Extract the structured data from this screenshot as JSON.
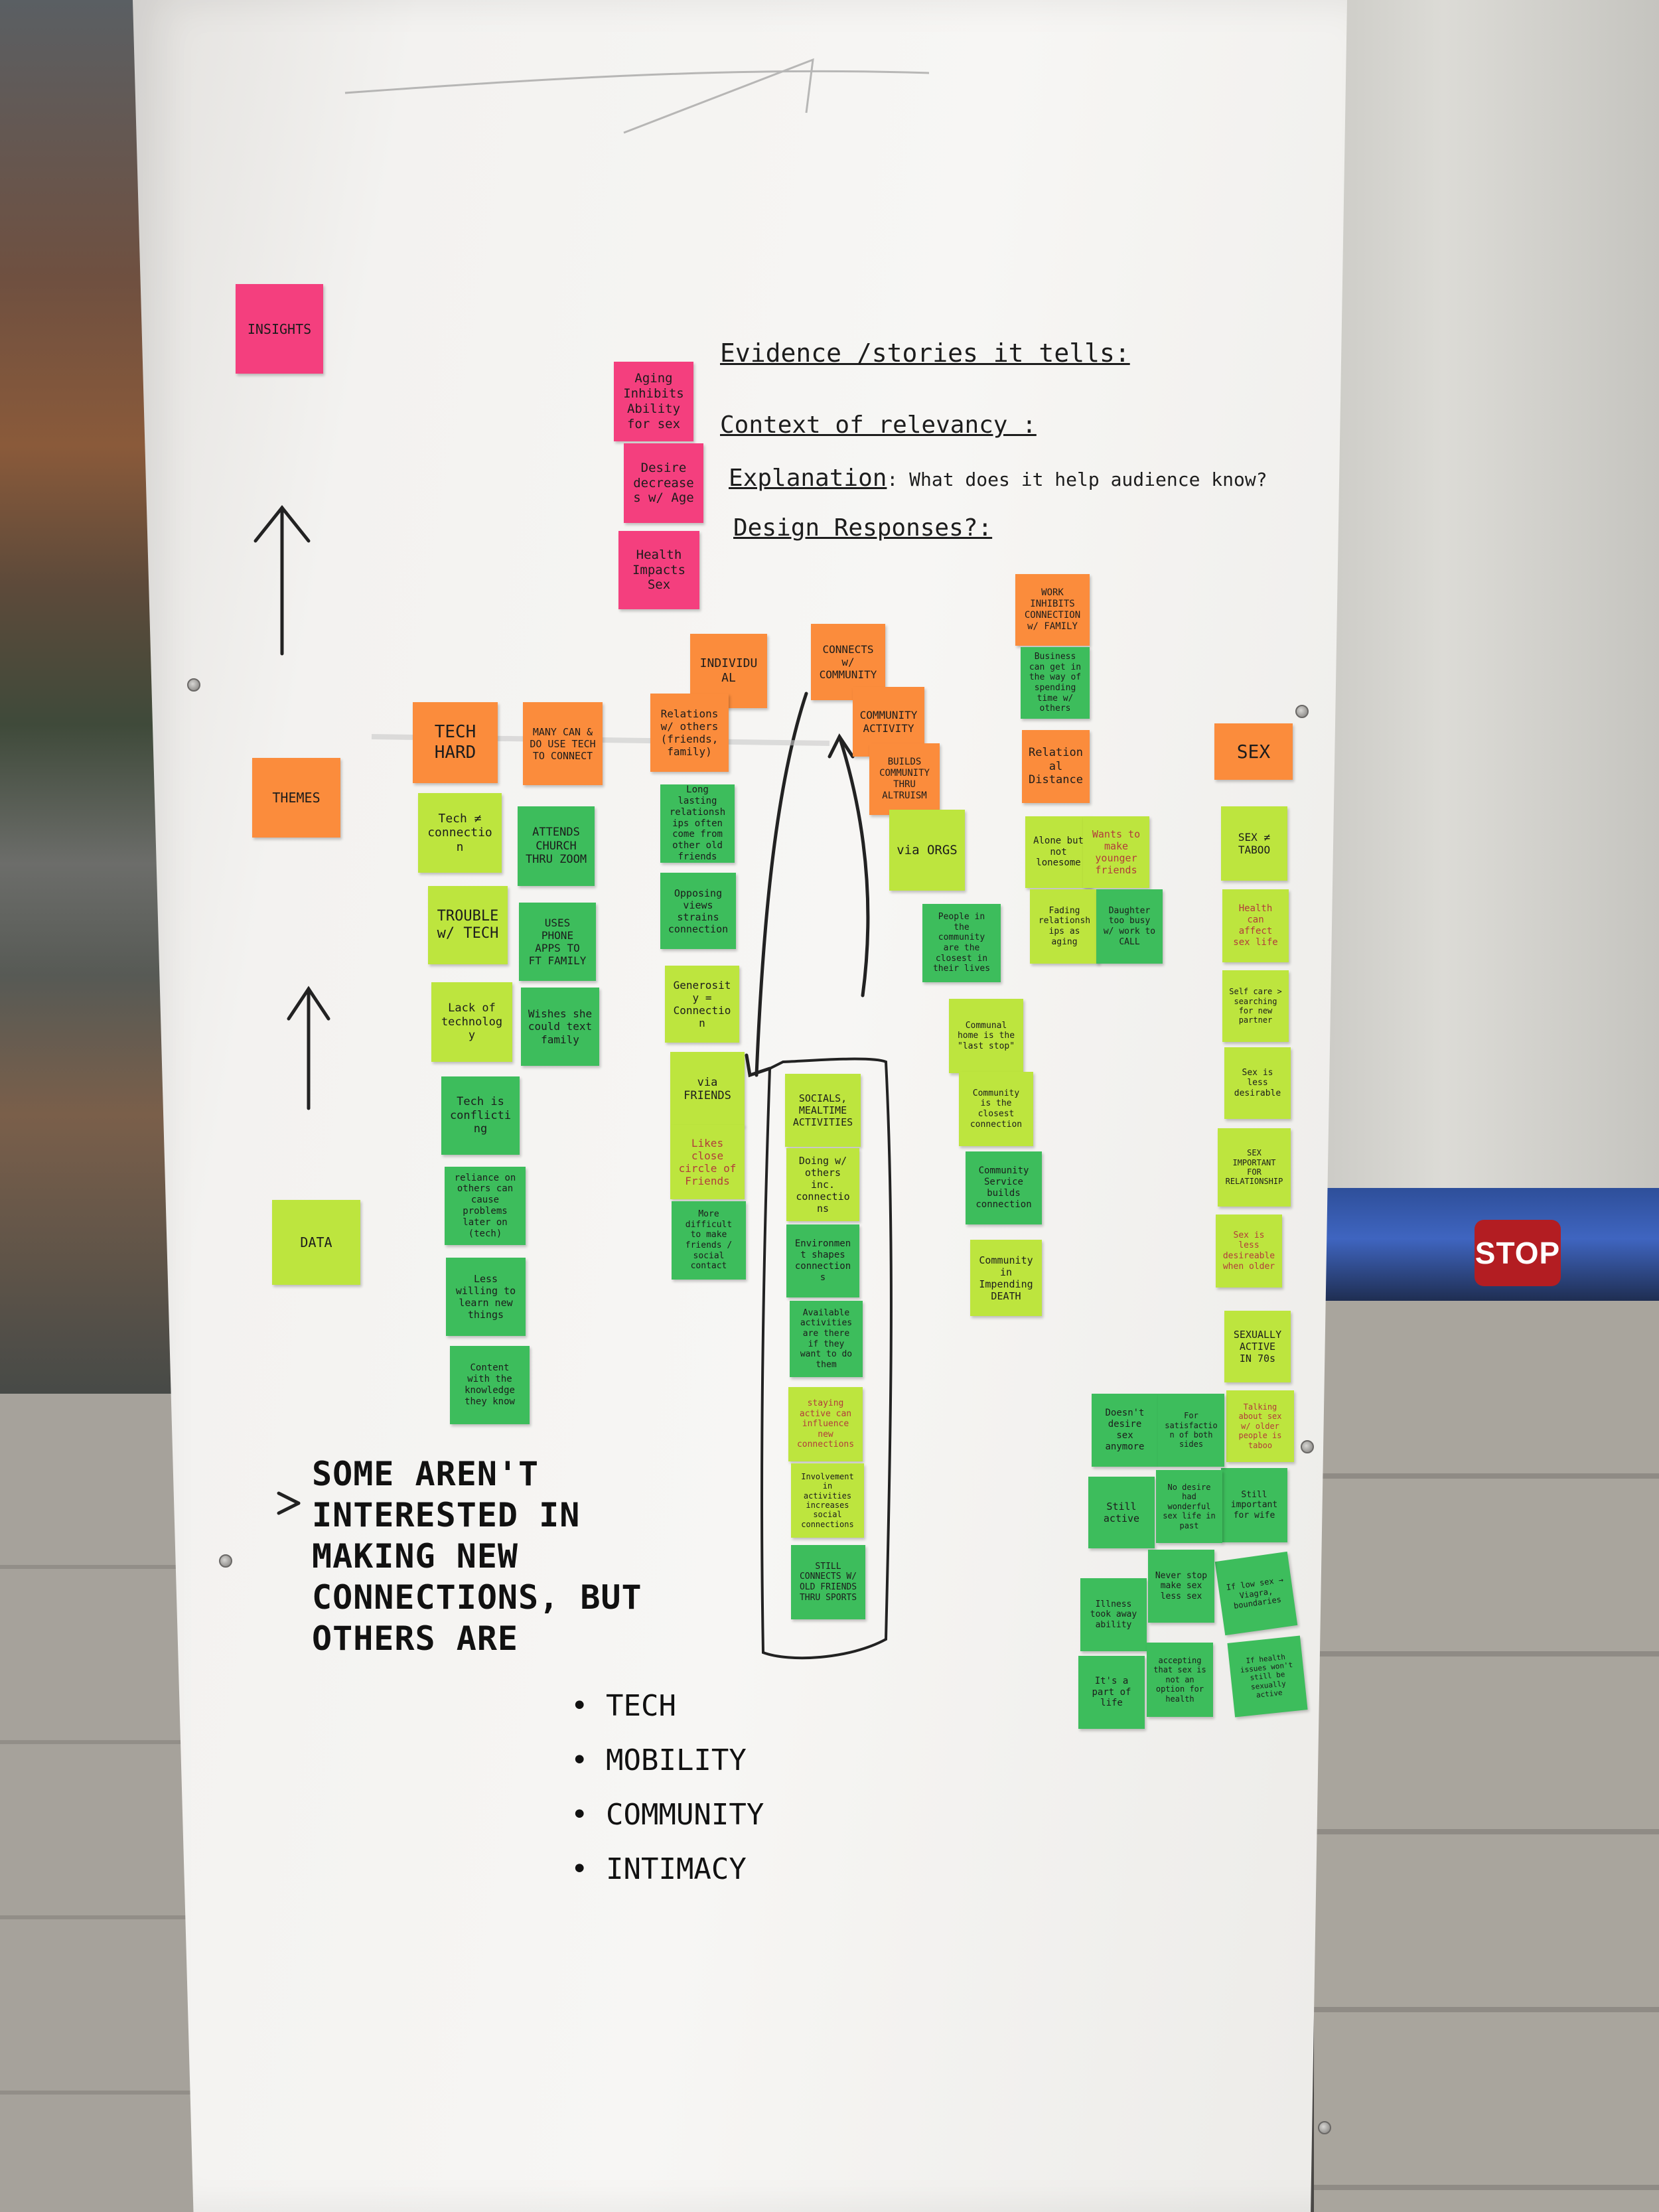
{
  "colors": {
    "lime": "#bde53e",
    "green": "#3dbd5c",
    "orange": "#fb8c3c",
    "pink": "#f43f7e",
    "stop_red": "#b31d22"
  },
  "stop_sign": "STOP",
  "header": {
    "evidence": "Evidence /stories it tells:",
    "context": "Context of relevancy :",
    "explanation_label": "Explanation",
    "explanation_rest": ": What does it help audience know?",
    "design": "Design Responses?:"
  },
  "row_labels": {
    "insights": "INSIGHTS",
    "themes": "THEMES",
    "data": "DATA"
  },
  "pink_notes": [
    "Aging Inhibits Ability for sex",
    "Desire decreases w/ Age",
    "Health Impacts Sex"
  ],
  "theme_notes": {
    "tech_hard": "TECH HARD",
    "many_can": "MANY CAN & DO USE TECH TO CONNECT",
    "individual": "INDIVIDUAL",
    "relations": "Relations w/ others (friends, family)",
    "connects_community": "CONNECTS w/ COMMUNITY",
    "community_activity": "COMMUNITY ACTIVITY",
    "builds_community": "BUILDS COMMUNITY THRU ALTRUISM",
    "work_inhibits": "WORK INHIBITS CONNECTION w/ FAMILY",
    "relational_distance": "Relational Distance",
    "sex": "SEX"
  },
  "data_notes": {
    "col1": [
      "Tech ≠ connection",
      "TROUBLE w/ TECH",
      "Lack of technology",
      "Tech is conflicting",
      "reliance on others can cause problems later on (tech)",
      "Less willing to learn new things",
      "Content with the knowledge they know"
    ],
    "col2": [
      "ATTENDS CHURCH THRU ZOOM",
      "USES PHONE APPS TO FT FAMILY",
      "Wishes she could text family"
    ],
    "col3": [
      "Long lasting relationships often come from other old friends",
      "Opposing views strains connection",
      "Generosity = Connection",
      "via FRIENDS",
      "Likes close circle of Friends",
      "More difficult to make friends / social contact"
    ],
    "col4": [
      "SOCIALS, MEALTIME ACTIVITIES",
      "Doing w/ others inc. connections",
      "Environment shapes connections",
      "Available activities are there if they want to do them",
      "staying active can influence new connections",
      "Involvement in activities increases social connections",
      "STILL CONNECTS W/ OLD FRIENDS THRU SPORTS"
    ],
    "col5": [
      "via ORGS",
      "People in the community are the closest in their lives",
      "Communal home is the \"last stop\"",
      "Community is the closest connection",
      "Community Service builds connection",
      "Community in Impending DEATH"
    ],
    "col6": [
      "Business can get in the way of spending time w/ others",
      "Alone but not lonesome",
      "Wants to make younger friends",
      "Fading relationships as aging",
      "Daughter too busy w/ work to CALL"
    ],
    "col7": [
      "SEX ≠ TABOO",
      "Health can affect sex life",
      "Self care > searching for new partner",
      "Sex is less desirable",
      "SEX IMPORTANT FOR RELATIONSHIP",
      "Sex is less desireable when older",
      "SEXUALLY ACTIVE IN 70s",
      "Talking about sex w/ older people is taboo",
      "Still important for wife",
      "If low sex → Viagra, boundaries",
      "If health issues won't still be sexually active"
    ],
    "col8": [
      "Doesn't desire sex anymore",
      "For satisfaction of both sides",
      "Still active",
      "No desire had wonderful sex life in past",
      "Illness took away ability",
      "Never stop make sex less sex",
      "It's a part of life",
      "accepting that sex is not an option for health"
    ]
  },
  "summary": {
    "statement": "SOME AREN'T INTERESTED IN MAKING NEW CONNECTIONS, BUT OTHERS ARE",
    "bullets": [
      "TECH",
      "MOBILITY",
      "COMMUNITY",
      "INTIMACY"
    ]
  }
}
